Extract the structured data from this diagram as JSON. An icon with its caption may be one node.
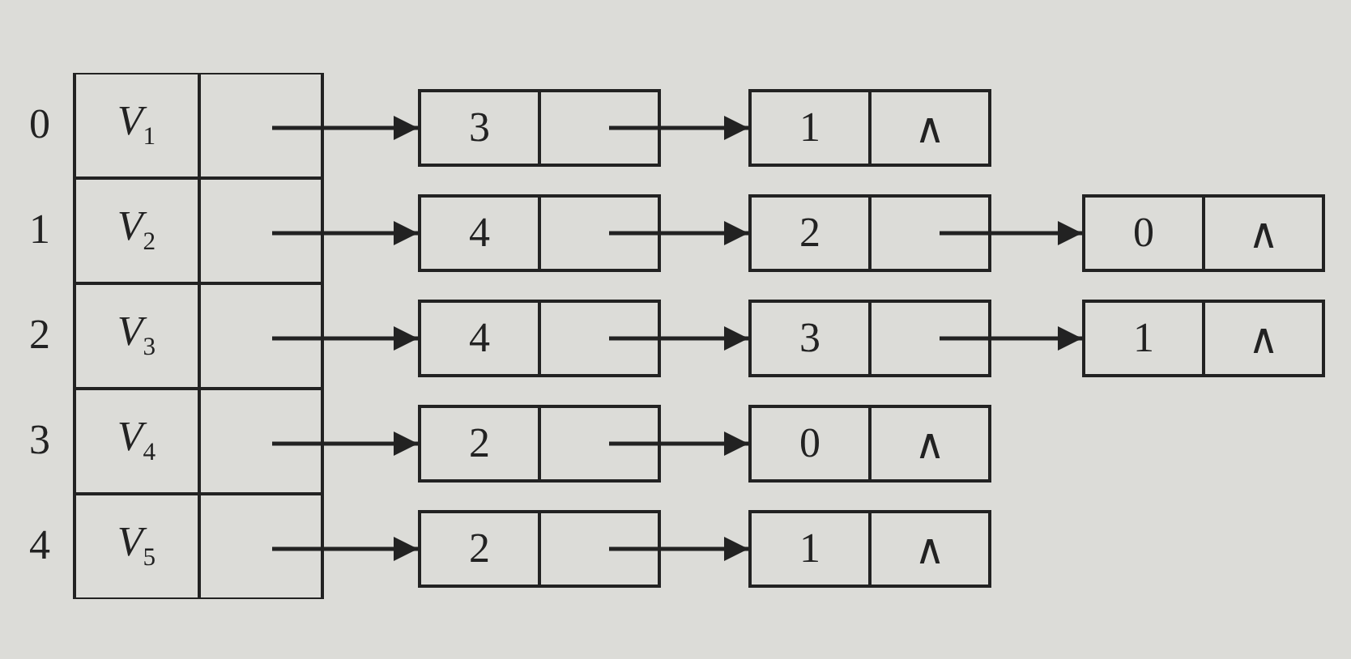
{
  "diagram": {
    "nodes": [
      {
        "text": [
          "*V*$_{1}$"
        ],
        "beside": [
          "0"
        ]
      },
      {
        "text": [
          "3"
        ]
      },
      {
        "text": [
          "1",
          "∧"
        ]
      },
      {
        "text": [
          "*V*$_{2}$"
        ],
        "beside": [
          "1"
        ]
      },
      {
        "text": [
          "4"
        ]
      },
      {
        "text": [
          "2"
        ]
      },
      {
        "text": [
          "0",
          "∧"
        ]
      },
      {
        "text": [
          "*V*$_{3}$"
        ],
        "beside": [
          "2"
        ]
      },
      {
        "text": [
          "4"
        ]
      },
      {
        "text": [
          "3"
        ]
      },
      {
        "text": [
          "1",
          "∧"
        ]
      },
      {
        "text": [
          "*V*$_{4}$"
        ],
        "beside": [
          "3"
        ]
      },
      {
        "text": [
          "2"
        ]
      },
      {
        "text": [
          "0",
          "∧"
        ]
      },
      {
        "text": [
          "*V*$_{5}$"
        ],
        "beside": [
          "4"
        ]
      },
      {
        "text": [
          "2"
        ]
      },
      {
        "text": [
          "1",
          "∧"
        ]
      }
    ],
    "edges": [
      {
        "from": 0,
        "to": 1,
        "arrow": "to"
      },
      {
        "from": 1,
        "to": 2,
        "arrow": "to"
      },
      {
        "from": 3,
        "to": 4,
        "arrow": "to"
      },
      {
        "from": 4,
        "to": 5,
        "arrow": "to"
      },
      {
        "from": 5,
        "to": 6,
        "arrow": "to"
      },
      {
        "from": 7,
        "to": 8,
        "arrow": "to"
      },
      {
        "from": 8,
        "to": 9,
        "arrow": "to"
      },
      {
        "from": 9,
        "to": 10,
        "arrow": "to"
      },
      {
        "from": 11,
        "to": 12,
        "arrow": "to"
      },
      {
        "from": 12,
        "to": 13,
        "arrow": "to"
      },
      {
        "from": 14,
        "to": 15,
        "arrow": "to"
      },
      {
        "from": 15,
        "to": 16,
        "arrow": "to"
      }
    ]
  }
}
